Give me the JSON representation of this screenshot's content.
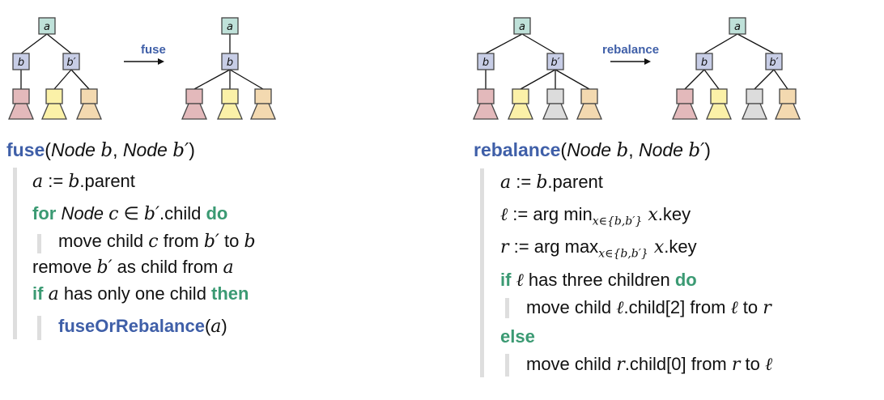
{
  "colors": {
    "func": "#3f5fa8",
    "keyword": "#3b9a73",
    "bar": "#dedede",
    "node_top": "#bfe1d9",
    "node_inner": "#c7cde6",
    "leaf_pink": "#e3b9bb",
    "leaf_yellow": "#fbf1a8",
    "leaf_tan": "#f3d9b0",
    "leaf_gray": "#dcdcdc"
  },
  "nodes": {
    "a": "a",
    "b": "b",
    "bp": "b′"
  },
  "arrows": {
    "fuse": "fuse",
    "rebalance": "rebalance"
  },
  "fuse": {
    "name": "fuse",
    "params_open": "(",
    "param1_type": "Node",
    "param1_var": "b",
    "param_sep": ", ",
    "param2_type": "Node",
    "param2_var": "b′",
    "params_close": ")",
    "l1_var": "a",
    "l1_assign": " := ",
    "l1_rhs_var": "b",
    "l1_rhs_text": ".parent",
    "l2_for": "for",
    "l2_type": "Node",
    "l2_var": "c",
    "l2_in": " ∈ ",
    "l2_coll_var": "b′",
    "l2_coll_text": ".child",
    "l2_do": "do",
    "l3_text": "move child ",
    "l3_var_c": "c",
    "l3_from": " from ",
    "l3_var_bp": "b′",
    "l3_to": " to ",
    "l3_var_b": "b",
    "l4_text": "remove ",
    "l4_var_bp": "b′",
    "l4_mid": " as child from ",
    "l4_var_a": "a",
    "l5_if": "if",
    "l5_var_a": "a",
    "l5_mid": " has only one child ",
    "l5_then": "then",
    "l6_call": "fuseOrRebalance",
    "l6_open": "(",
    "l6_arg": "a",
    "l6_close": ")"
  },
  "rebalance": {
    "name": "rebalance",
    "params_open": "(",
    "param1_type": "Node",
    "param1_var": "b",
    "param_sep": ", ",
    "param2_type": "Node",
    "param2_var": "b′",
    "params_close": ")",
    "l1_var": "a",
    "l1_assign": " := ",
    "l1_rhs_var": "b",
    "l1_rhs_text": ".parent",
    "l2_var": "ℓ",
    "l2_assign": " := arg min",
    "l2_sub": "x∈{b,b′}",
    "l2_x": " x",
    "l2_key": ".key",
    "l3_var": "r",
    "l3_assign": " := arg max",
    "l3_sub": "x∈{b,b′}",
    "l3_x": " x",
    "l3_key": ".key",
    "l4_if": "if",
    "l4_var": "ℓ",
    "l4_mid": " has three children ",
    "l4_do": "do",
    "l5_text": "move child ",
    "l5_var": "ℓ",
    "l5_idx": ".child[2]",
    "l5_from": " from ",
    "l5_var2": "ℓ",
    "l5_to": " to ",
    "l5_var3": "r",
    "l6_else": "else",
    "l7_text": "move child ",
    "l7_var": "r",
    "l7_idx": ".child[0]",
    "l7_from": " from ",
    "l7_var2": "r",
    "l7_to": " to ",
    "l7_var3": "ℓ"
  }
}
